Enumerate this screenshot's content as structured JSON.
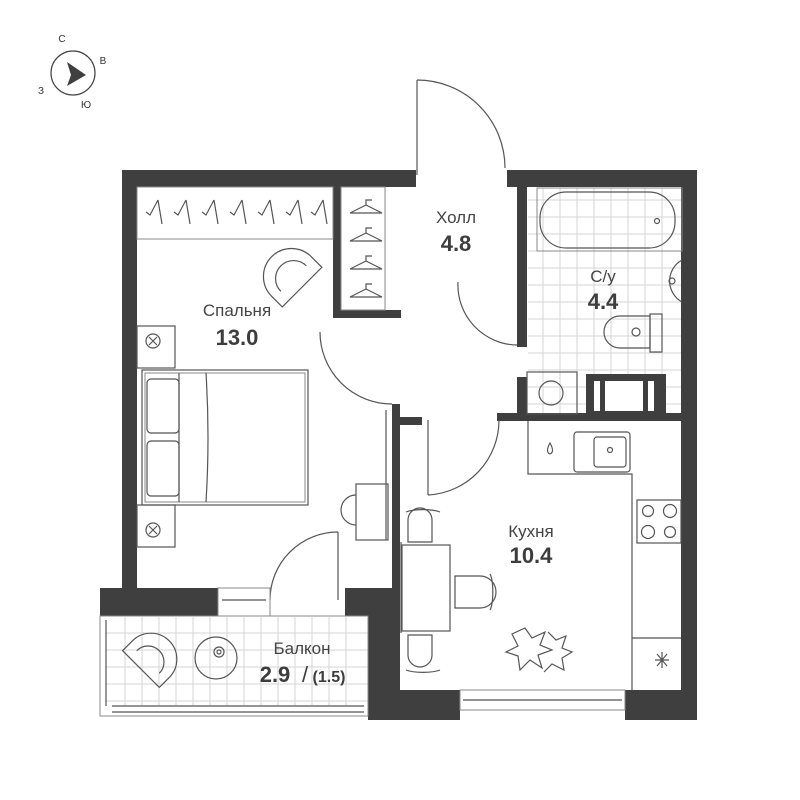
{
  "compass": {
    "north": "С",
    "east": "В",
    "south": "Ю",
    "west": "З"
  },
  "rooms": [
    {
      "id": "bedroom",
      "name": "Спальня",
      "area": "13.0"
    },
    {
      "id": "hall",
      "name": "Холл",
      "area": "4.8"
    },
    {
      "id": "bathroom",
      "name": "С/у",
      "area": "4.4"
    },
    {
      "id": "kitchen",
      "name": "Кухня",
      "area": "10.4"
    },
    {
      "id": "balcony",
      "name": "Балкон",
      "area": "2.9",
      "area_reduced": "(1.5)",
      "separator": "/"
    }
  ],
  "colors": {
    "wall": "#3f3f3f",
    "line": "#555555",
    "tile": "#d6d6d6",
    "text": "#444444"
  }
}
